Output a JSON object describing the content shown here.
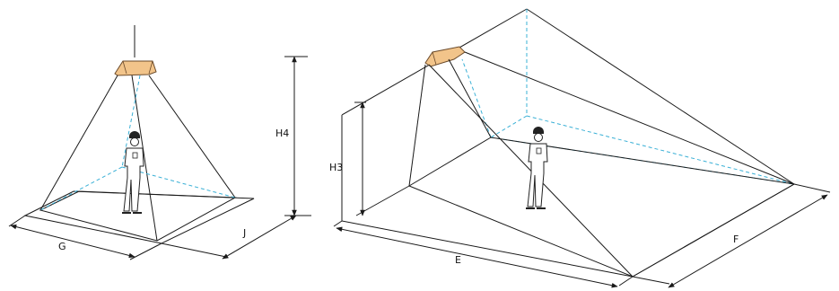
{
  "colors": {
    "line": "#1a1a1a",
    "dashed_projection": "#3ab0d6",
    "sensor_fill": "#f2c48a",
    "sensor_stroke": "#6b4a2a",
    "background": "#ffffff"
  },
  "left_diagram": {
    "labels": {
      "height": "H4",
      "width": "G",
      "depth": "J"
    },
    "icons": [
      "ceiling-sensor-icon",
      "person-icon"
    ]
  },
  "right_diagram": {
    "labels": {
      "height": "H3",
      "width": "E",
      "depth": "F"
    },
    "icons": [
      "wall-sensor-icon",
      "person-icon"
    ]
  }
}
